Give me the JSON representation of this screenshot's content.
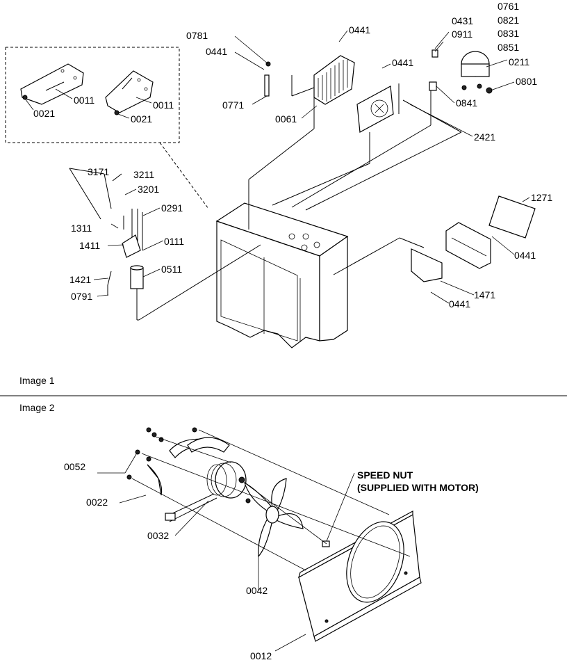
{
  "image1": {
    "caption": "Image 1",
    "labels": {
      "p0781": "0781",
      "p0441_a": "0441",
      "p0441_b": "0441",
      "p0771": "0771",
      "p0061": "0061",
      "p0441_c": "0441",
      "p0431": "0431",
      "p0911": "0911",
      "p0761": "0761",
      "p0821": "0821",
      "p0831": "0831",
      "p0851": "0851",
      "p0211": "0211",
      "p0801": "0801",
      "p0841": "0841",
      "p2421": "2421",
      "p0011_a": "0011",
      "p0021_a": "0021",
      "p0011_b": "0011",
      "p0021_b": "0021",
      "p3171": "3171",
      "p3211": "3211",
      "p3201": "3201",
      "p0291": "0291",
      "p1311": "1311",
      "p1411": "1411",
      "p0111": "0111",
      "p1421": "1421",
      "p0511": "0511",
      "p0791": "0791",
      "p1271": "1271",
      "p0441_d": "0441",
      "p1471": "1471",
      "p0441_e": "0441"
    }
  },
  "image2": {
    "caption": "Image 2",
    "labels": {
      "p0052": "0052",
      "p0022": "0022",
      "p0032": "0032",
      "p0042": "0042",
      "p0012": "0012"
    },
    "note_line1": "SPEED NUT",
    "note_line2": "(SUPPLIED WITH MOTOR)"
  }
}
